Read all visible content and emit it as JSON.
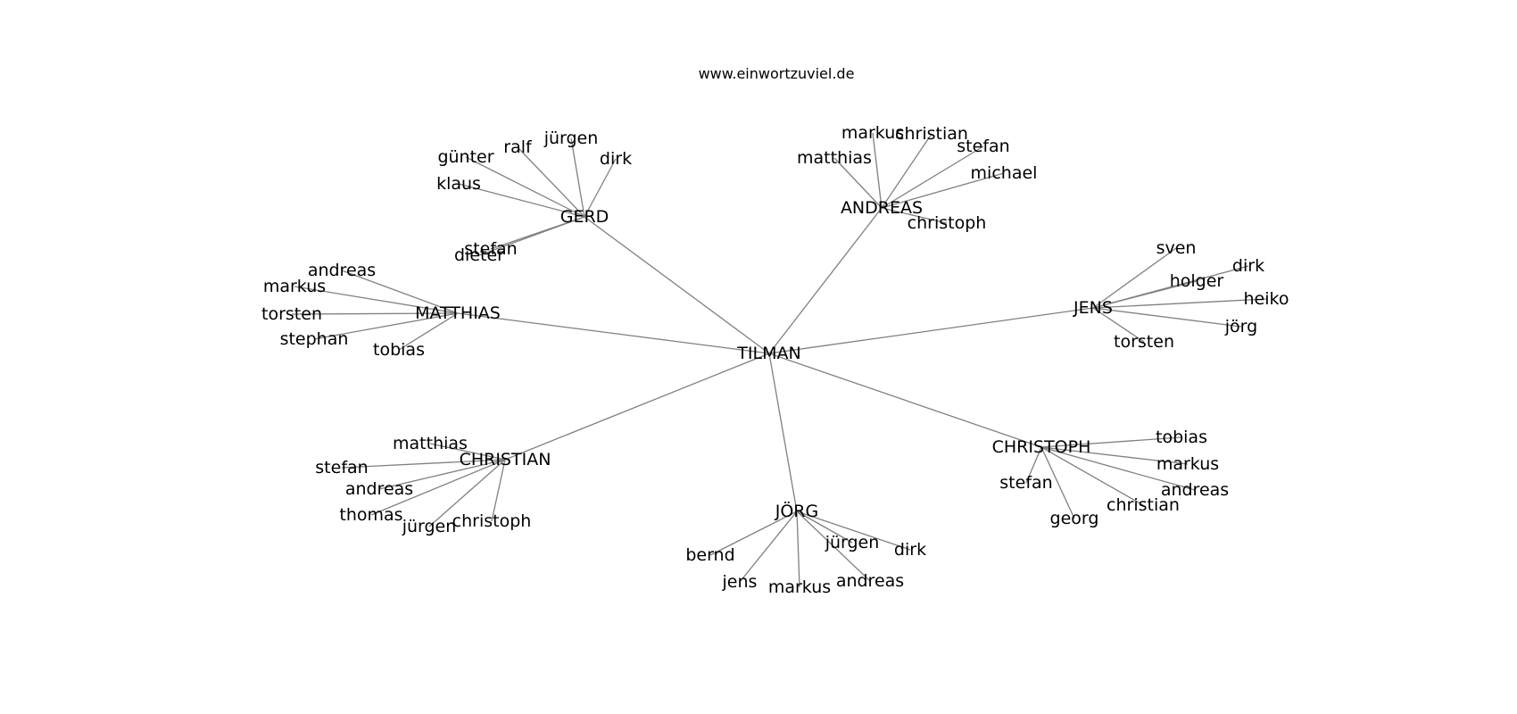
{
  "title": "www.einwortzuviel.de",
  "colors": {
    "edge": "#808080",
    "text": "#000000",
    "background": "#ffffff"
  },
  "root": "TILMAN",
  "clusters": [
    {
      "name": "GERD",
      "members": [
        "dieter",
        "stefan",
        "klaus",
        "günter",
        "ralf",
        "jürgen",
        "dirk"
      ]
    },
    {
      "name": "ANDREAS",
      "members": [
        "matthias",
        "markus",
        "christian",
        "stefan",
        "michael",
        "christoph"
      ]
    },
    {
      "name": "MATTHIAS",
      "members": [
        "andreas",
        "markus",
        "torsten",
        "stephan",
        "tobias"
      ]
    },
    {
      "name": "JENS",
      "members": [
        "sven",
        "dirk",
        "holger",
        "heiko",
        "jörg",
        "torsten"
      ]
    },
    {
      "name": "CHRISTIAN",
      "members": [
        "matthias",
        "stefan",
        "andreas",
        "thomas",
        "jürgen",
        "christoph"
      ]
    },
    {
      "name": "JÖRG",
      "members": [
        "bernd",
        "jens",
        "markus",
        "andreas",
        "jürgen",
        "dirk"
      ]
    },
    {
      "name": "CHRISTOPH",
      "members": [
        "tobias",
        "markus",
        "andreas",
        "christian",
        "stefan",
        "georg"
      ]
    }
  ]
}
